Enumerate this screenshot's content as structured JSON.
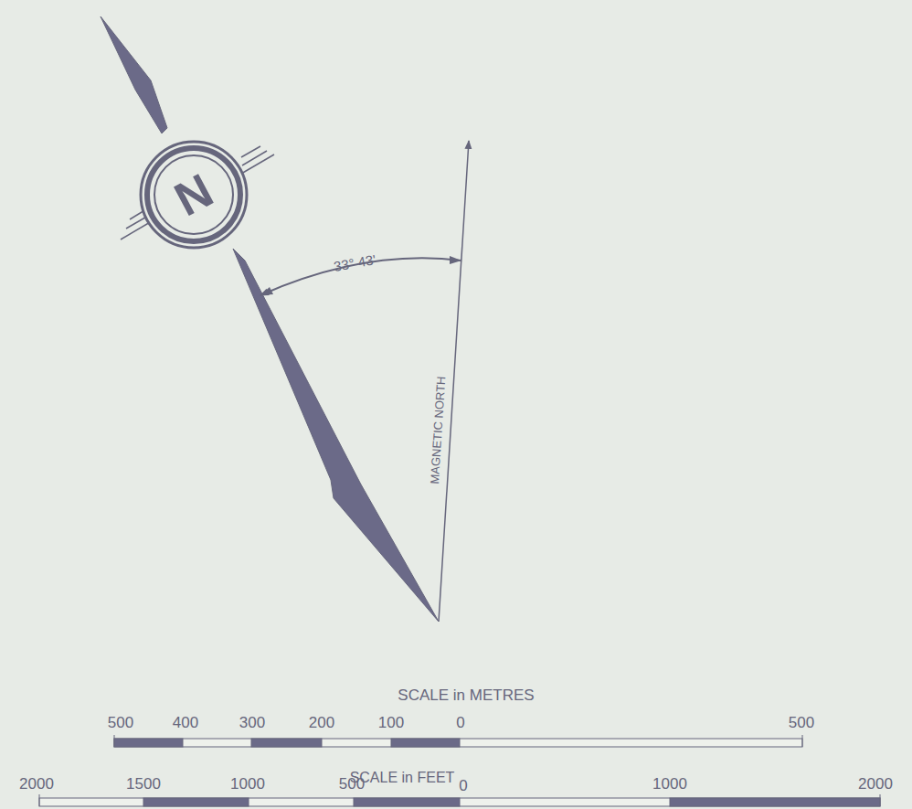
{
  "diagram": {
    "nodes": [
      {
        "text": [
          "N"
        ]
      }
    ],
    "labels": [
      "33° 43'",
      "MAGNETIC NORTH",
      "SCALE in METRES",
      "500",
      "400",
      "300",
      "200",
      "100",
      "0",
      "500",
      "SCALE in FEET",
      "2000",
      "1500",
      "1000",
      "500",
      "0",
      "1000",
      "2000"
    ]
  }
}
